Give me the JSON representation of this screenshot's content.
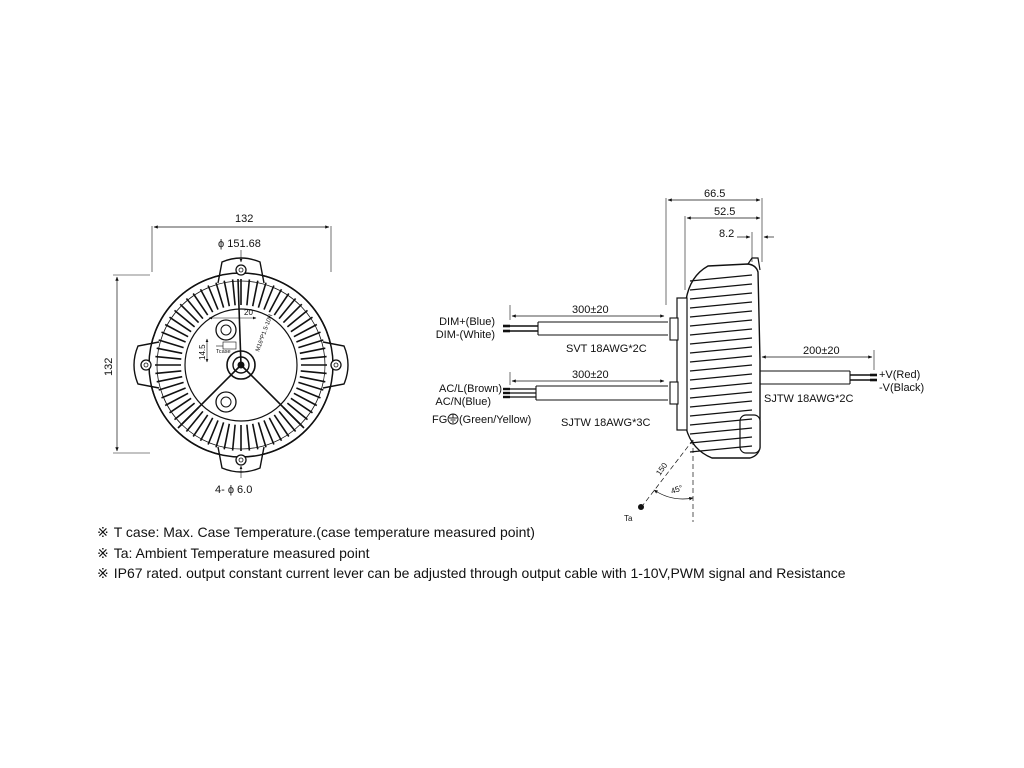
{
  "front_view": {
    "width_label": "132",
    "height_label": "132",
    "diameter_label": "ϕ 151.68",
    "holes_label": "4- ϕ 6.0",
    "dim_20": "20",
    "dim_14_5": "14.5",
    "tcase_label": "Tcase",
    "thread_label": "M16*P1.5-10H"
  },
  "side_view": {
    "dim_66_5": "66.5",
    "dim_52_5": "52.5",
    "dim_8_2": "8.2",
    "dim_150": "150",
    "angle_label": "45°",
    "ta_label": "Ta"
  },
  "cables": {
    "dim": {
      "length": "300±20",
      "wires": [
        "DIM+(Blue)",
        "DIM-(White)"
      ],
      "type": "SVT 18AWG*2C"
    },
    "ac": {
      "length": "300±20",
      "wires": [
        "AC/L(Brown)",
        "AC/N(Blue)"
      ],
      "fg_prefix": "FG",
      "fg_suffix": "(Green/Yellow)",
      "type": "SJTW 18AWG*3C"
    },
    "output": {
      "length": "200±20",
      "wires": [
        "+V(Red)",
        "-V(Black)"
      ],
      "type": "SJTW 18AWG*2C"
    }
  },
  "notes": {
    "mark": "※",
    "items": [
      "T case: Max. Case Temperature.(case temperature measured point)",
      "Ta: Ambient Temperature measured point",
      "IP67 rated. output constant current lever can be adjusted through output cable with 1-10V,PWM signal and Resistance"
    ]
  }
}
